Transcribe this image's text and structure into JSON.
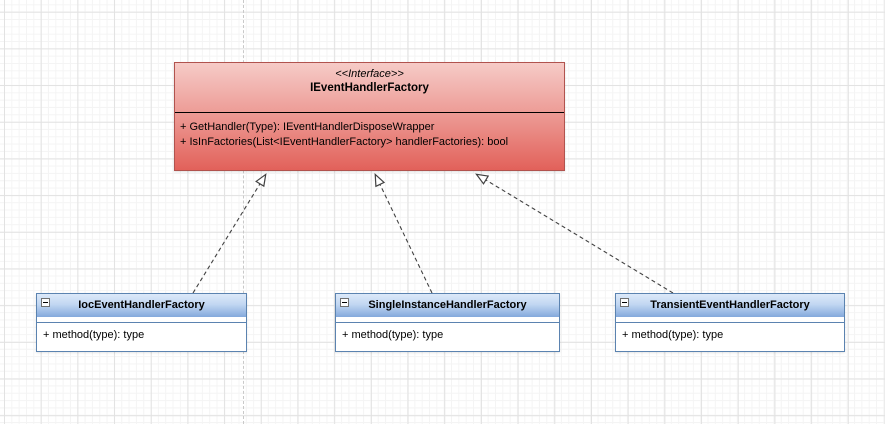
{
  "diagram": {
    "interface": {
      "stereotype": "<<Interface>>",
      "name": "IEventHandlerFactory",
      "methods": [
        "+ GetHandler(Type): IEventHandlerDisposeWrapper",
        "+ IsInFactories(List<IEventHandlerFactory> handlerFactories): bool"
      ]
    },
    "classes": [
      {
        "name": "IocEventHandlerFactory",
        "methods": [
          "+ method(type): type"
        ],
        "collapse_icon": "minus"
      },
      {
        "name": "SingleInstanceHandlerFactory",
        "methods": [
          "+ method(type): type"
        ],
        "collapse_icon": "minus"
      },
      {
        "name": "TransientEventHandlerFactory",
        "methods": [
          "+ method(type): type"
        ],
        "collapse_icon": "minus"
      }
    ],
    "relationships": [
      {
        "from": "IocEventHandlerFactory",
        "to": "IEventHandlerFactory",
        "type": "realization",
        "line_style": "dashed",
        "arrowhead": "hollow-triangle"
      },
      {
        "from": "SingleInstanceHandlerFactory",
        "to": "IEventHandlerFactory",
        "type": "realization",
        "line_style": "dashed",
        "arrowhead": "hollow-triangle"
      },
      {
        "from": "TransientEventHandlerFactory",
        "to": "IEventHandlerFactory",
        "type": "realization",
        "line_style": "dashed",
        "arrowhead": "hollow-triangle"
      }
    ],
    "colors": {
      "interface_fill_top": "#f6cbc7",
      "interface_fill_bottom": "#e2615a",
      "interface_border": "#b1534e",
      "class_fill_top": "#dce9f9",
      "class_fill_bottom": "#84a9dc",
      "class_border": "#5b83b0",
      "connector": "#404040",
      "grid_major": "#e2e2e2",
      "grid_minor": "#f4f4f4"
    }
  }
}
